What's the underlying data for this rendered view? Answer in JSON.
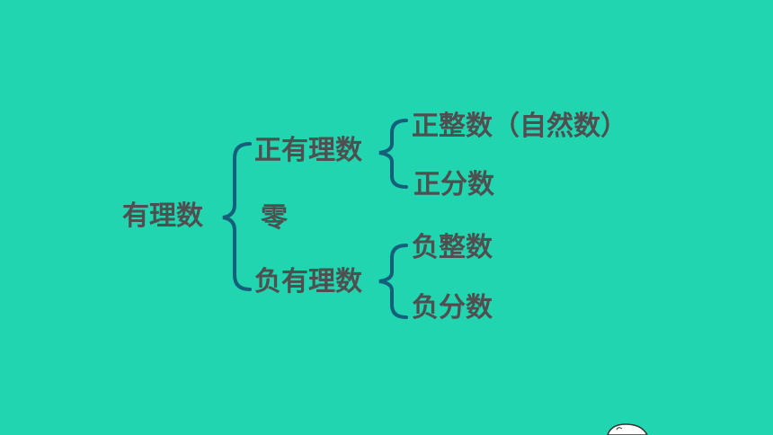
{
  "diagram": {
    "root": "有理数",
    "level1": {
      "positive": "正有理数",
      "zero": "零",
      "negative": "负有理数"
    },
    "level2": {
      "positive_integer": "正整数（自然数）",
      "positive_fraction": "正分数",
      "negative_integer": "负整数",
      "negative_fraction": "负分数"
    },
    "colors": {
      "background": "#22d5b1",
      "text": "#4f4f4f",
      "bracket": "#14607a"
    }
  }
}
